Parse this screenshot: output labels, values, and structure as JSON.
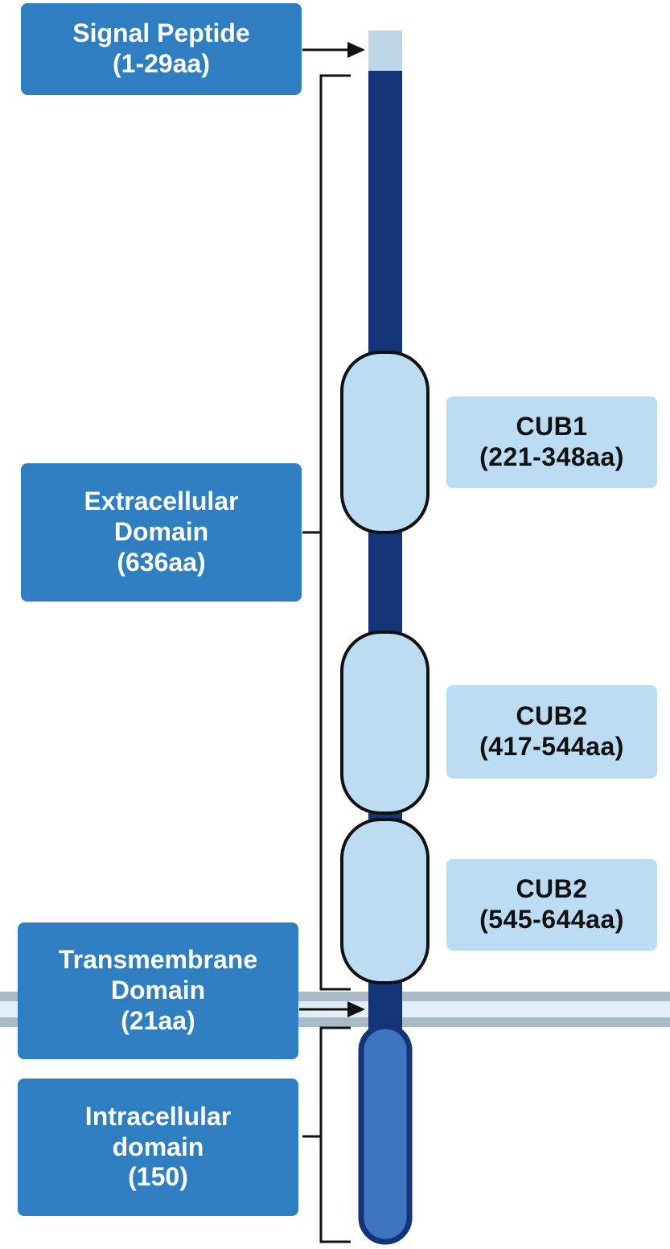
{
  "colors": {
    "label_fill": "#2f7ec1",
    "label_text": "#ffffff",
    "domain_label_fill": "#bcdcf3",
    "domain_label_text": "#111111",
    "backbone": "#143478",
    "signal_peptide": "#bdd6e8",
    "cub_domain_fill": "#bcdcf3",
    "cub_domain_stroke": "#111111",
    "intracellular_fill": "#3f74c0",
    "membrane": "#aabbc6",
    "membrane_inner": "#e2eef7",
    "bracket": "#111111"
  },
  "labels": {
    "signal_peptide": {
      "line1": "Signal Peptide",
      "line2": "(1-29aa)"
    },
    "extracellular": {
      "line1": "Extracellular",
      "line2": "Domain",
      "line3": "(636aa)"
    },
    "transmembrane": {
      "line1": "Transmembrane",
      "line2": "Domain",
      "line3": "(21aa)"
    },
    "intracellular": {
      "line1": "Intracellular",
      "line2": "domain",
      "line3": "(150)"
    },
    "cub1": {
      "line1": "CUB1",
      "line2": "(221-348aa)"
    },
    "cub2a": {
      "line1": "CUB2",
      "line2": "(417-544aa)"
    },
    "cub2b": {
      "line1": "CUB2",
      "line2": "(545-644aa)"
    }
  }
}
